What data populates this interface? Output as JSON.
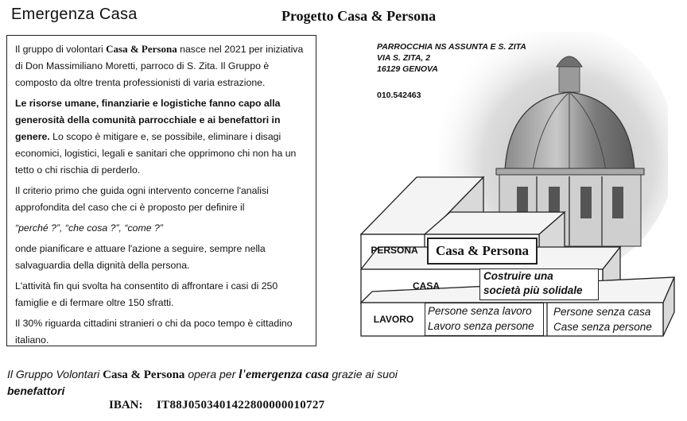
{
  "header": {
    "left_title": "Emergenza Casa",
    "center_title": "Progetto Casa & Persona"
  },
  "body": {
    "p1_a": "Il gruppo di volontari ",
    "p1_brand": "Casa & Persona",
    "p1_b": " nasce nel 2021 per iniziativa di Don Massimiliano Moretti, parroco di S. Zita. Il Gruppo è composto da oltre trenta professionisti di varia estrazione.",
    "p2_bold": "Le risorse umane, finanziarie e logistiche fanno capo alla generosità della comunità parrocchiale e ai benefattori in genere.",
    "p2_rest": " Lo scopo è mitigare e, se possibile, eliminare i disagi economici, logistici, legali e sanitari che opprimono chi non ha un tetto o chi rischia di perderlo.",
    "p3": "Il criterio primo che guida ogni intervento concerne l'analisi approfondita del caso che ci è proposto per definire il",
    "p4": "“perché ?”, “che cosa ?”, “come ?”",
    "p5": "onde pianificare e attuare l'azione a seguire, sempre nella salvaguardia della dignità della persona.",
    "p6": "L'attività fin qui svolta ha consentito di affrontare i casi di 250 famiglie e di fermare oltre 150 sfratti.",
    "p7": "Il 30% riguarda cittadini stranieri o chi da poco tempo è cittadino italiano."
  },
  "address": {
    "line1": "PARROCCHIA NS ASSUNTA E S. ZITA",
    "line2": "VIA S. ZITA, 2",
    "line3": "16129 GENOVA",
    "phone": "010.542463"
  },
  "blocks": {
    "persona_label": "PERSONA",
    "persona_box": "Casa & Persona",
    "casa_label": "CASA",
    "casa_box_1": "Costruire una",
    "casa_box_2": "società più solidale",
    "lavoro_label": "LAVORO",
    "lavoro_box_1": "Persone senza lavoro",
    "lavoro_box_2": "Lavoro senza persone",
    "right_box_1": "Persone senza casa",
    "right_box_2": "Case senza persone"
  },
  "footer": {
    "f_a": "Il Gruppo Volontari ",
    "f_brand": "Casa & Persona",
    "f_b": " opera per ",
    "f_em": "l'emergenza casa",
    "f_c": " grazie ai suoi",
    "f_line2": "benefattori",
    "iban_label": "IBAN:",
    "iban_value": "IT88J0503401422800000010727"
  },
  "colors": {
    "block_front": "#ffffff",
    "block_top": "#f4f4f4",
    "block_side": "#d9d9d9",
    "stroke": "#222222"
  }
}
